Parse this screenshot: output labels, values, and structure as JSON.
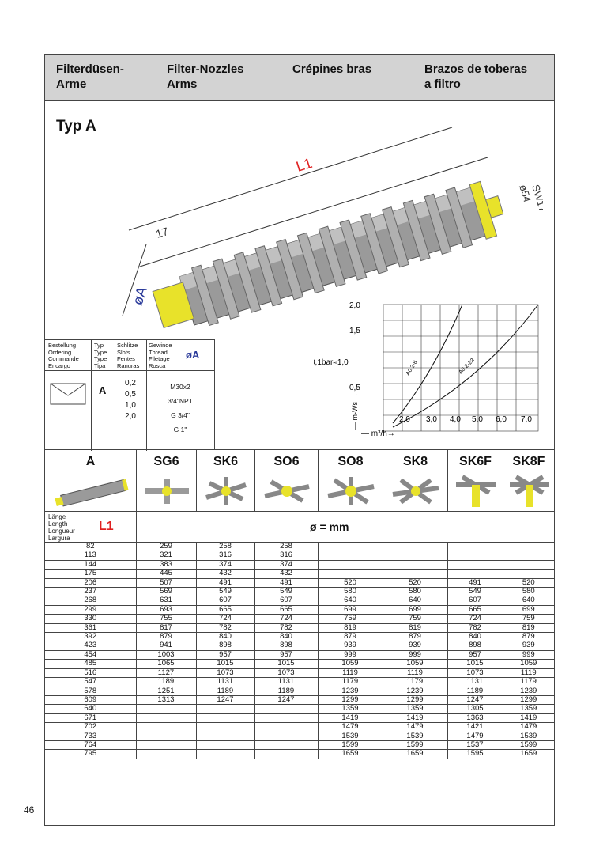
{
  "header": {
    "col1": [
      "Filterdüsen-",
      "Arme"
    ],
    "col2": [
      "Filter-Nozzles",
      "Arms"
    ],
    "col3": [
      "Crépines bras"
    ],
    "col4": [
      "Brazos de toberas",
      "a filtro"
    ]
  },
  "type_title": "Typ A",
  "drawing": {
    "l1": "L1",
    "dim17": "17",
    "diaA": "øA",
    "sw17": "SW17",
    "d54": "ø54"
  },
  "graph": {
    "y_ticks": [
      "2,0",
      "1,5",
      "0,1bar≈1,0",
      "0,5"
    ],
    "x_ticks": [
      "2,0",
      "3,0",
      "4,0",
      "5,0",
      "6,0",
      "7,0"
    ],
    "ylabel": "— m-Ws →",
    "xlabel": "— m³/h→",
    "curve1": "A0,2-8",
    "curve2": "A0,2-23"
  },
  "ordering": {
    "h1": [
      "Bestellung",
      "Ordering",
      "Commande",
      "Encargo"
    ],
    "h2": [
      "Typ",
      "Type",
      "Type",
      "Tipa"
    ],
    "h3": [
      "Schlitze",
      "Slots",
      "Fentes",
      "Ranuras"
    ],
    "h4": [
      "Gewinde",
      "Thread",
      "Filetage",
      "Rosca"
    ],
    "h5": "øA",
    "type": "A",
    "slots": [
      "0,2",
      "0,5",
      "1,0",
      "2,0"
    ],
    "threads": [
      "M30x2",
      "3/4\"NPT",
      "G 3/4\"",
      "G 1\""
    ]
  },
  "models": [
    "A",
    "SG6",
    "SK6",
    "SO6",
    "SO8",
    "SK8",
    "SK6F",
    "SK8F"
  ],
  "length_label": [
    "Länge",
    "Length",
    "Longueur",
    "Largura"
  ],
  "length_sym": "L1",
  "unit": "ø = mm",
  "rows": [
    [
      "82",
      "259",
      "258",
      "258",
      "",
      "",
      "",
      ""
    ],
    [
      "113",
      "321",
      "316",
      "316",
      "",
      "",
      "",
      ""
    ],
    [
      "144",
      "383",
      "374",
      "374",
      "",
      "",
      "",
      ""
    ],
    [
      "175",
      "445",
      "432",
      "432",
      "",
      "",
      "",
      ""
    ],
    [
      "206",
      "507",
      "491",
      "491",
      "520",
      "520",
      "491",
      "520"
    ],
    [
      "237",
      "569",
      "549",
      "549",
      "580",
      "580",
      "549",
      "580"
    ],
    [
      "268",
      "631",
      "607",
      "607",
      "640",
      "640",
      "607",
      "640"
    ],
    [
      "299",
      "693",
      "665",
      "665",
      "699",
      "699",
      "665",
      "699"
    ],
    [
      "330",
      "755",
      "724",
      "724",
      "759",
      "759",
      "724",
      "759"
    ],
    [
      "361",
      "817",
      "782",
      "782",
      "819",
      "819",
      "782",
      "819"
    ],
    [
      "392",
      "879",
      "840",
      "840",
      "879",
      "879",
      "840",
      "879"
    ],
    [
      "423",
      "941",
      "898",
      "898",
      "939",
      "939",
      "898",
      "939"
    ],
    [
      "454",
      "1003",
      "957",
      "957",
      "999",
      "999",
      "957",
      "999"
    ],
    [
      "485",
      "1065",
      "1015",
      "1015",
      "1059",
      "1059",
      "1015",
      "1059"
    ],
    [
      "516",
      "1127",
      "1073",
      "1073",
      "1119",
      "1119",
      "1073",
      "1119"
    ],
    [
      "547",
      "1189",
      "1131",
      "1131",
      "1179",
      "1179",
      "1131",
      "1179"
    ],
    [
      "578",
      "1251",
      "1189",
      "1189",
      "1239",
      "1239",
      "1189",
      "1239"
    ],
    [
      "609",
      "1313",
      "1247",
      "1247",
      "1299",
      "1299",
      "1247",
      "1299"
    ],
    [
      "640",
      "",
      "",
      "",
      "1359",
      "1359",
      "1305",
      "1359"
    ],
    [
      "671",
      "",
      "",
      "",
      "1419",
      "1419",
      "1363",
      "1419"
    ],
    [
      "702",
      "",
      "",
      "",
      "1479",
      "1479",
      "1421",
      "1479"
    ],
    [
      "733",
      "",
      "",
      "",
      "1539",
      "1539",
      "1479",
      "1539"
    ],
    [
      "764",
      "",
      "",
      "",
      "1599",
      "1599",
      "1537",
      "1599"
    ],
    [
      "795",
      "",
      "",
      "",
      "1659",
      "1659",
      "1595",
      "1659"
    ]
  ],
  "page_number": "46",
  "colors": {
    "header_bg": "#d3d3d3",
    "nozzle_yellow": "#e8e22a",
    "nozzle_grey": "#9a9a9a",
    "l1_red": "#e02020",
    "dia_blue": "#2a3a9a"
  }
}
